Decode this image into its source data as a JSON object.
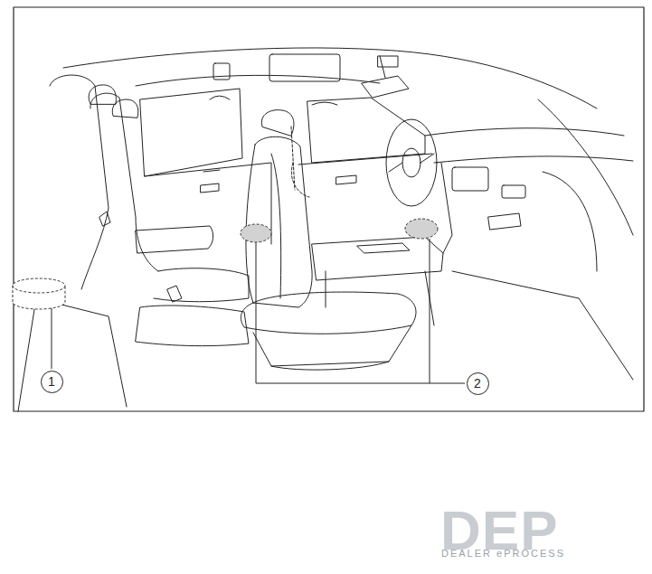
{
  "diagram": {
    "nodes": [
      {
        "text": [
          "1"
        ]
      },
      {
        "text": [
          "2"
        ]
      }
    ],
    "labels": [
      "DEP",
      "DEALER ePROCESS"
    ]
  }
}
